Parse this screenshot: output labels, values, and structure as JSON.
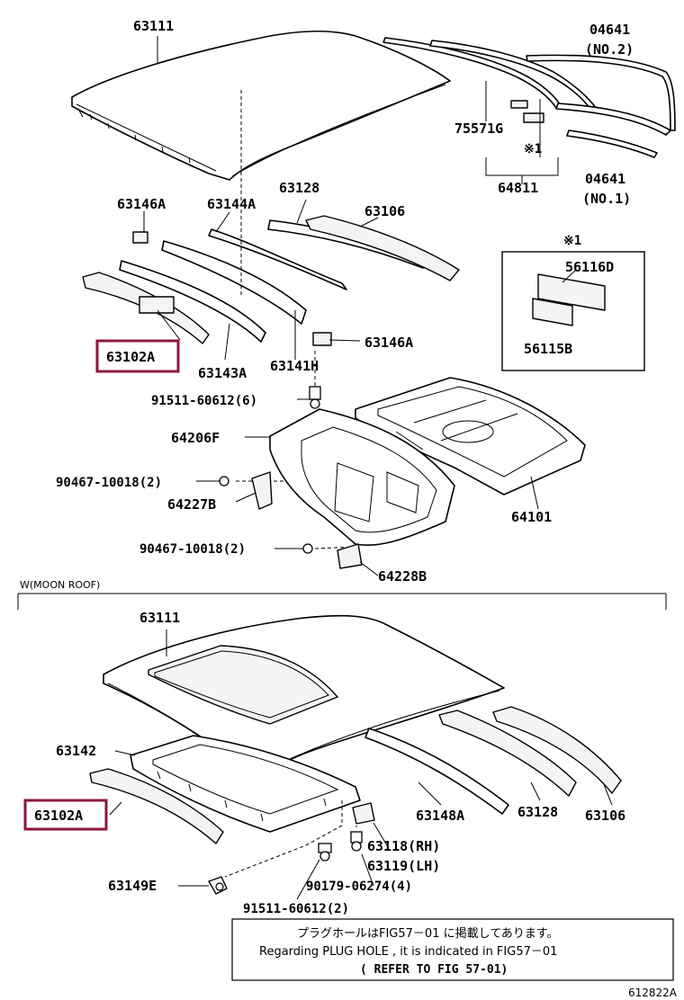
{
  "diagram": {
    "labels": {
      "p63111_top": "63111",
      "p04641_no2_a": "04641",
      "p04641_no2_b": "(NO.2)",
      "p75571g": "75571G",
      "ref1_a": "※1",
      "p04641_no1_a": "04641",
      "p04641_no1_b": "(NO.1)",
      "p64811": "64811",
      "p63146a_left": "63146A",
      "p63144a": "63144A",
      "p63128_top": "63128",
      "p63106_top": "63106",
      "ref1_box": "※1",
      "p56116d": "56116D",
      "p56115b": "56115B",
      "p63102a_top": "63102A",
      "p63143a": "63143A",
      "p63141h": "63141H",
      "p63146a_right": "63146A",
      "p91511_6": "91511-60612(6)",
      "p64206f": "64206F",
      "p90467_a": "90467-10018(2)",
      "p64227b": "64227B",
      "p64101": "64101",
      "p90467_b": "90467-10018(2)",
      "p64228b": "64228B",
      "p63111_bot": "63111",
      "p63142": "63142",
      "p63148a": "63148A",
      "p63128_bot": "63128",
      "p63106_bot": "63106",
      "p63102a_bot": "63102A",
      "p63118": "63118(RH)",
      "p63119": "63119(LH)",
      "p90179": "90179-06274(4)",
      "p63149e": "63149E",
      "p91511_2": "91511-60612(2)"
    },
    "section_header": "W(MOON ROOF)",
    "note": {
      "line1": "プラグホールはFIG57－01 に掲載してあります。",
      "line2": "Regarding  PLUG  HOLE  , it  is  indicated  in  FIG57－01",
      "line3": "(  REFER  TO  FIG  57-01)"
    },
    "figure_id": "612822A",
    "highlight_color": "#8b1a3a"
  }
}
